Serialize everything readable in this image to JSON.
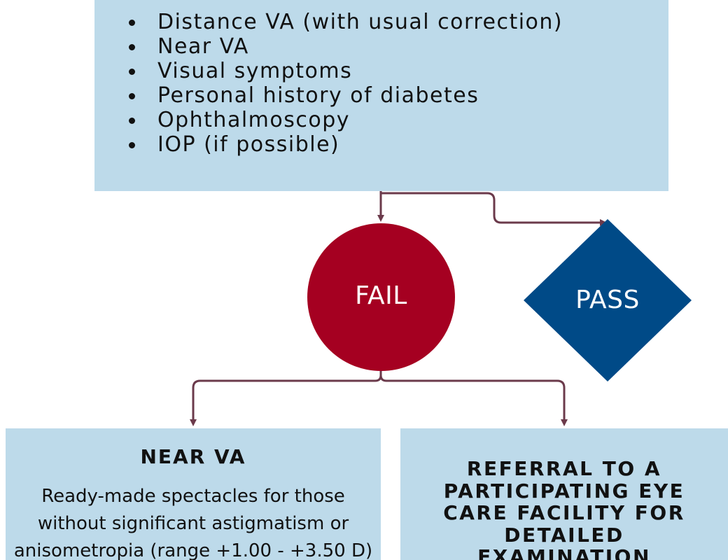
{
  "screening": {
    "items": [
      "Distance VA (with usual correction)",
      "Near VA",
      "Visual symptoms",
      "Personal history of diabetes",
      "Ophthalmoscopy",
      "IOP (if possible)"
    ]
  },
  "fail": {
    "label": "FAIL",
    "color": "#a50021"
  },
  "pass": {
    "label": "PASS",
    "color": "#004a87"
  },
  "near_va": {
    "title": "NEAR VA",
    "lines": [
      "Ready-made spectacles for those",
      "without significant astigmatism or",
      "anisometropia (range +1.00 - +3.50 D)"
    ]
  },
  "referral": {
    "lines": [
      "REFERRAL TO A",
      "PARTICIPATING EYE",
      "CARE FACILITY FOR",
      "DETAILED",
      "EXAMINATION"
    ]
  },
  "colors": {
    "box_fill": "#bddaea",
    "connector": "#6b3a4b"
  }
}
